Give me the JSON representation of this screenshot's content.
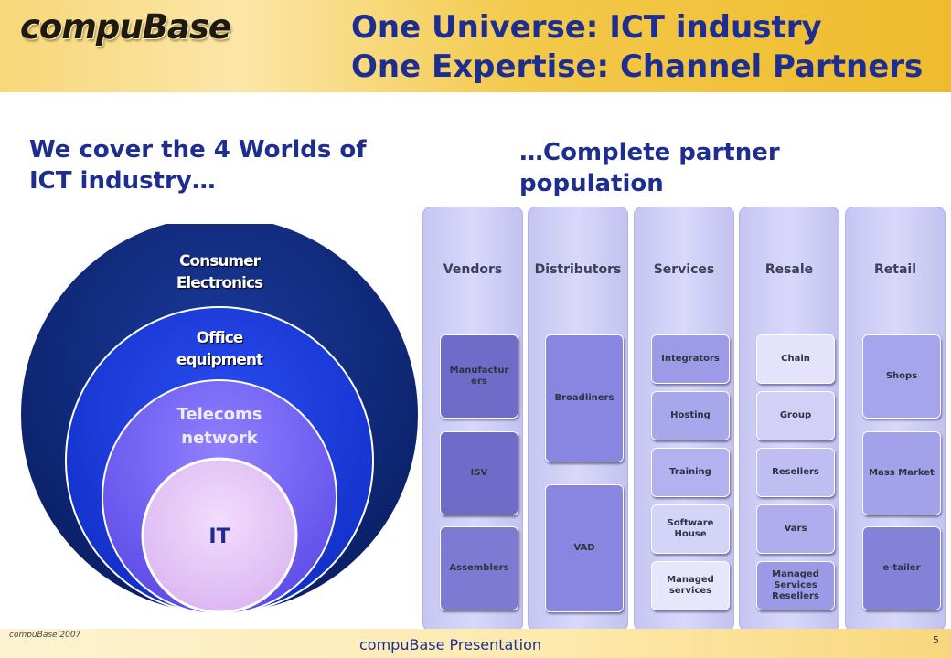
{
  "header": {
    "logo": "compuBase",
    "title_line1": "One Universe: ICT industry",
    "title_line2": "One Expertise: Channel Partners"
  },
  "left": {
    "heading": "We cover the 4 Worlds of ICT industry…",
    "rings": [
      "Consumer Electronics",
      "Office equipment",
      "Telecoms network",
      "IT"
    ]
  },
  "right": {
    "heading": "…Complete partner population",
    "columns": [
      {
        "title": "Vendors",
        "items": [
          "Manufactur ers",
          "ISV",
          "Assemblers"
        ]
      },
      {
        "title": "Distributors",
        "items": [
          "Broadliners",
          "VAD"
        ]
      },
      {
        "title": "Services",
        "items": [
          "Integrators",
          "Hosting",
          "Training",
          "Software House",
          "Managed services"
        ]
      },
      {
        "title": "Resale",
        "items": [
          "Chain",
          "Group",
          "Resellers",
          "Vars",
          "Managed Services Resellers"
        ]
      },
      {
        "title": "Retail",
        "items": [
          "Shops",
          "Mass Market",
          "e-tailer"
        ]
      }
    ]
  },
  "footer": {
    "left": "compuBase 2007",
    "center": "compuBase Presentation",
    "page": "5"
  },
  "colors": {
    "title": "#1d2e90",
    "ring_outer": "#0d2470",
    "ring_office": "#1536d4",
    "ring_telecom": "#6d5cf2",
    "ring_it": "#e8c8f8"
  }
}
